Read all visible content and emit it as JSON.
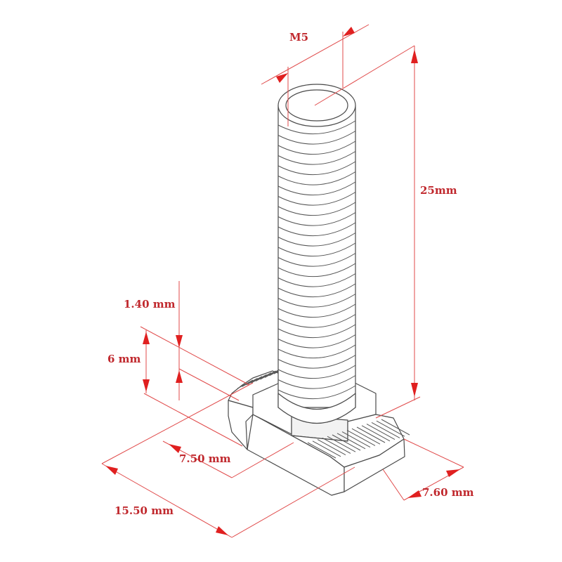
{
  "diagram": {
    "dimensions": {
      "thread": "M5",
      "length": "25mm",
      "head_thickness": "1.40 mm",
      "head_height": "6 mm",
      "neck_width": "7.50 mm",
      "head_length": "15.50 mm",
      "head_width": "7.60 mm"
    },
    "colors": {
      "dimension_line": "#e04a4a",
      "dimension_text": "#c0282d",
      "outline": "#4a4a4a"
    }
  }
}
